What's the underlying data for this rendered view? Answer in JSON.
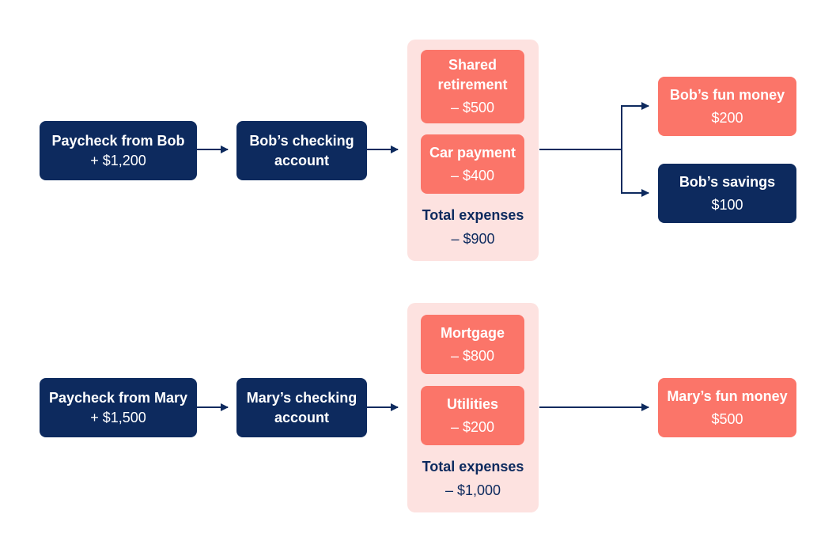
{
  "colors": {
    "navy": "#0d2a5e",
    "coral": "#fb7569",
    "pink_bg": "#fde2e0",
    "white": "#ffffff"
  },
  "bob": {
    "paycheck": {
      "title": "Paycheck from Bob",
      "amount": "+ $1,200"
    },
    "checking": {
      "line1": "Bob’s checking",
      "line2": "account"
    },
    "expenses": [
      {
        "title_line1": "Shared",
        "title_line2": "retirement",
        "amount": "– $500"
      },
      {
        "title": "Car payment",
        "amount": "– $400"
      }
    ],
    "total": {
      "title": "Total expenses",
      "amount": "– $900"
    },
    "fun_money": {
      "title": "Bob’s fun money",
      "amount": "$200"
    },
    "savings": {
      "title": "Bob’s savings",
      "amount": "$100"
    }
  },
  "mary": {
    "paycheck": {
      "title": "Paycheck from Mary",
      "amount": "+ $1,500"
    },
    "checking": {
      "line1": "Mary’s checking",
      "line2": "account"
    },
    "expenses": [
      {
        "title": "Mortgage",
        "amount": "– $800"
      },
      {
        "title": "Utilities",
        "amount": "– $200"
      }
    ],
    "total": {
      "title": "Total expenses",
      "amount": "– $1,000"
    },
    "fun_money": {
      "title": "Mary’s fun money",
      "amount": "$500"
    }
  }
}
